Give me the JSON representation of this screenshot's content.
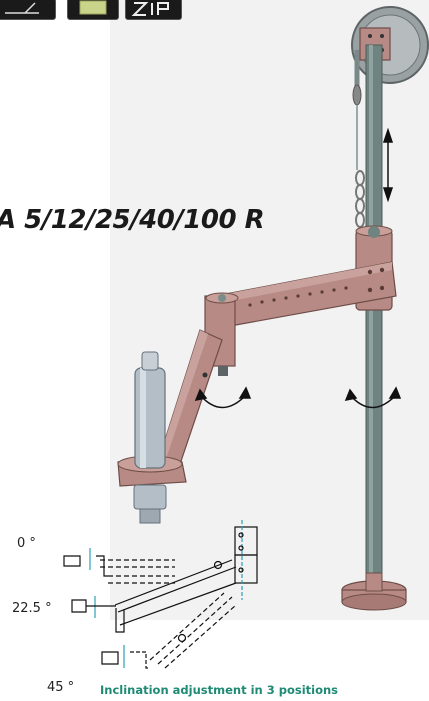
{
  "document": {
    "title": "A 5/12/25/40/100 R",
    "caption": "Inclination adjustment in 3 positions",
    "angles": [
      {
        "label": "0 °"
      },
      {
        "label": "22.5 °"
      },
      {
        "label": "45 °"
      }
    ]
  },
  "colors": {
    "arm": "#b88a85",
    "column": "#6f8480",
    "caption": "#1f8b74",
    "dimension_line": "#2aa0b8"
  },
  "icons": [
    "cutting-tool-icon",
    "battery-icon",
    "zip-icon"
  ]
}
